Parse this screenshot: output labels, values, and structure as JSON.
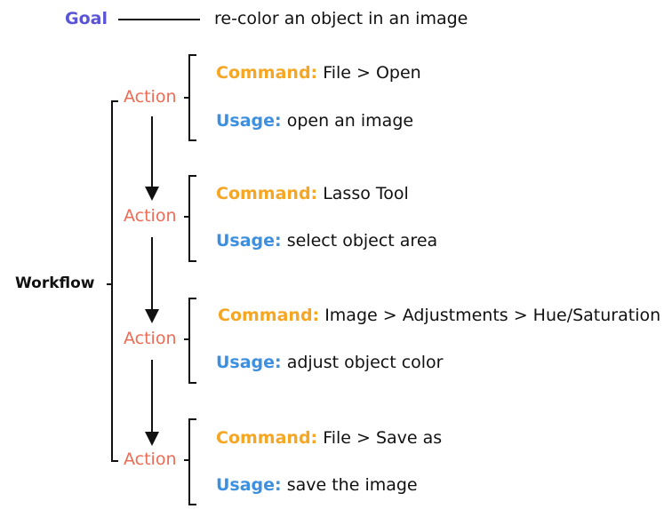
{
  "colors": {
    "goal": "#5b55d6",
    "action": "#ee6b55",
    "command": "#f5a623",
    "usage": "#3d8fe0",
    "text": "#111111"
  },
  "goal": {
    "label": "Goal",
    "text": "re-color an object in an image"
  },
  "workflow": {
    "label": "Workflow"
  },
  "actions": [
    {
      "label": "Action",
      "command_label": "Command:",
      "command": "File >  Open",
      "usage_label": "Usage:",
      "usage": "open an image"
    },
    {
      "label": "Action",
      "command_label": "Command:",
      "command": "Lasso Tool",
      "usage_label": "Usage:",
      "usage": "select object area"
    },
    {
      "label": "Action",
      "command_label": "Command:",
      "command": "Image > Adjustments > Hue/Saturation",
      "usage_label": "Usage:",
      "usage": "adjust object color"
    },
    {
      "label": "Action",
      "command_label": "Command:",
      "command": "File > Save as",
      "usage_label": "Usage:",
      "usage": "save the image"
    }
  ]
}
